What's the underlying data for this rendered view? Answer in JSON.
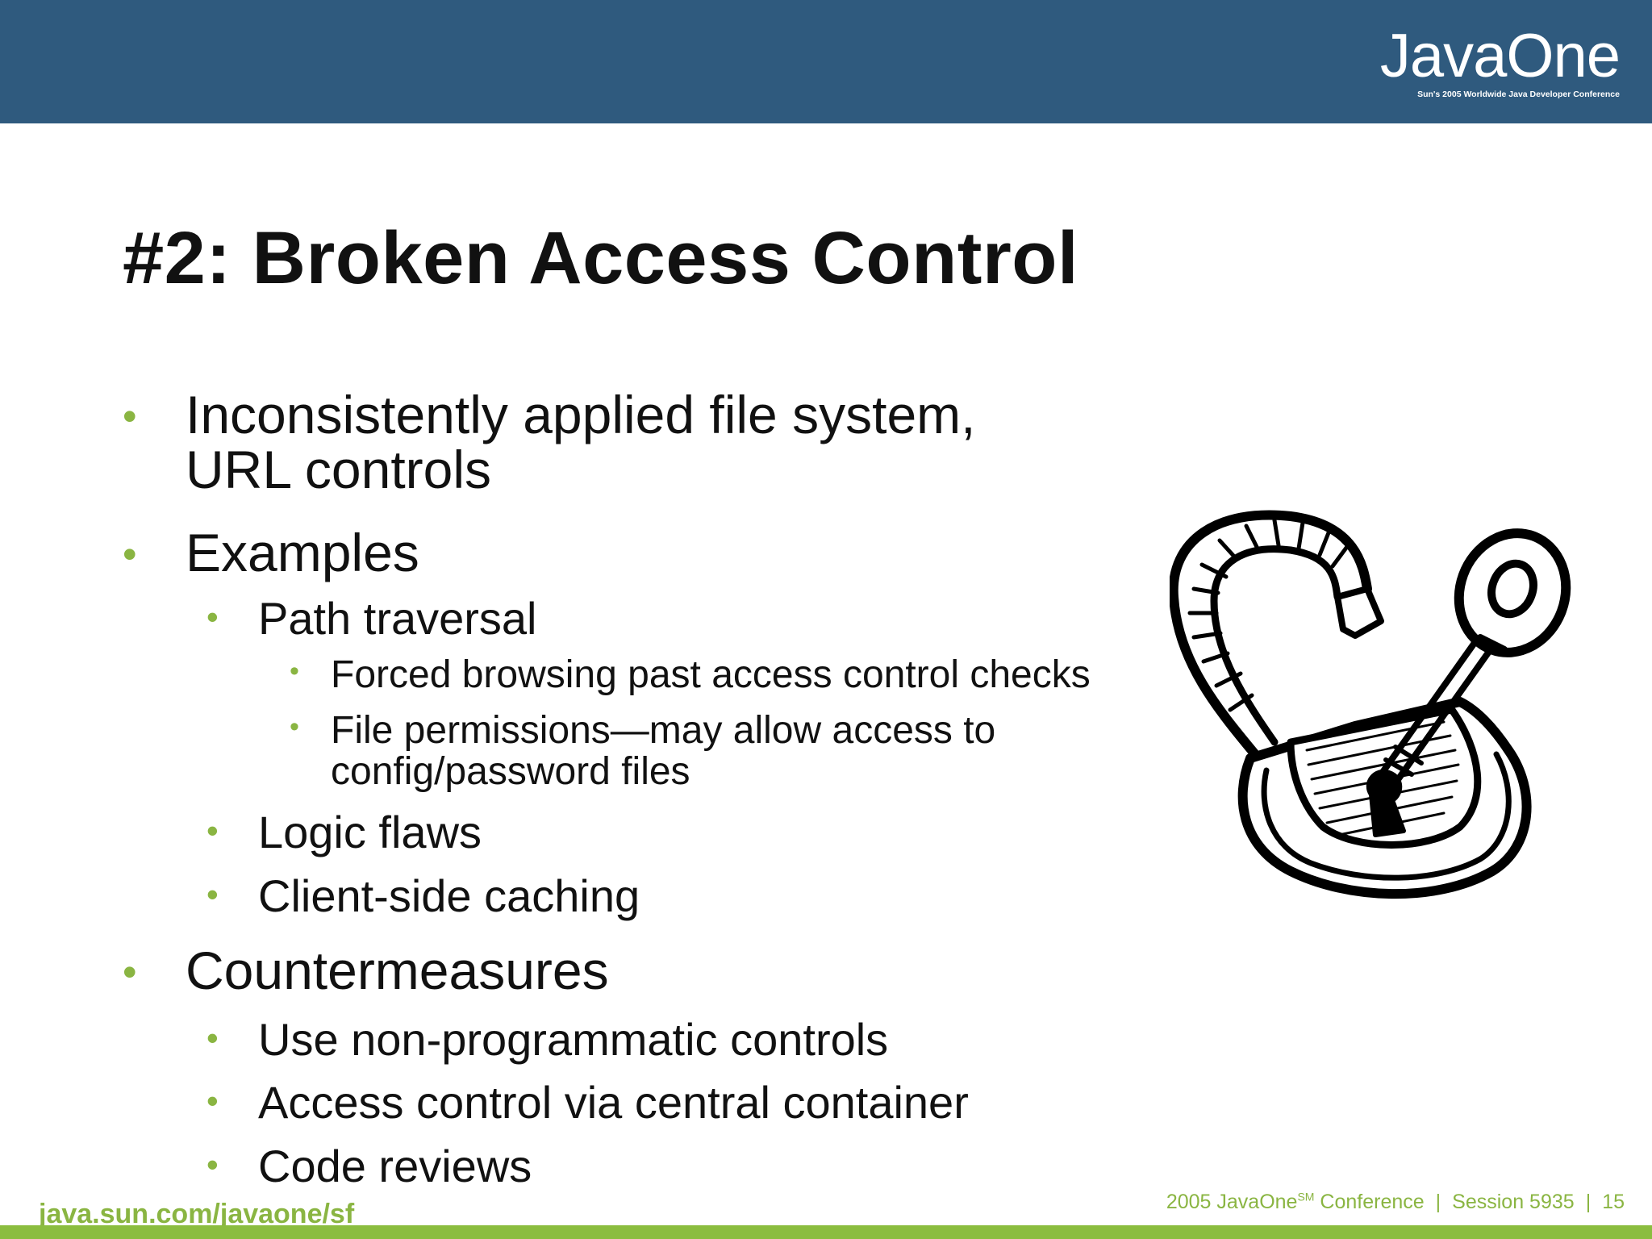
{
  "header": {
    "logo_word": "JavaOne",
    "logo_tagline": "Sun's 2005 Worldwide Java Developer Conference"
  },
  "slide": {
    "title": "#2: Broken Access Control",
    "bullets": {
      "b1_line1": "Inconsistently applied file system,",
      "b1_line2": "URL controls",
      "b2": "Examples",
      "b2_1": "Path traversal",
      "b2_1_1": "Forced browsing past access control checks",
      "b2_1_2_line1": "File permissions—may allow access to",
      "b2_1_2_line2": "config/password files",
      "b2_2": "Logic flaws",
      "b2_3": "Client-side caching",
      "b3": "Countermeasures",
      "b3_1": "Use non-programmatic controls",
      "b3_2": "Access control via central container",
      "b3_3": "Code reviews"
    },
    "bullet_glyph": "•",
    "illustration_icon": "padlock-with-key-icon"
  },
  "footer": {
    "url": "java.sun.com/javaone/sf",
    "conference_prefix": "2005 JavaOne",
    "conference_sup": "SM",
    "conference_suffix": " Conference",
    "divider": "|",
    "session": "Session 5935",
    "page_number": "15"
  },
  "colors": {
    "header_blue": "#2f5a7e",
    "accent_green": "#8ab542",
    "text": "#111111"
  }
}
